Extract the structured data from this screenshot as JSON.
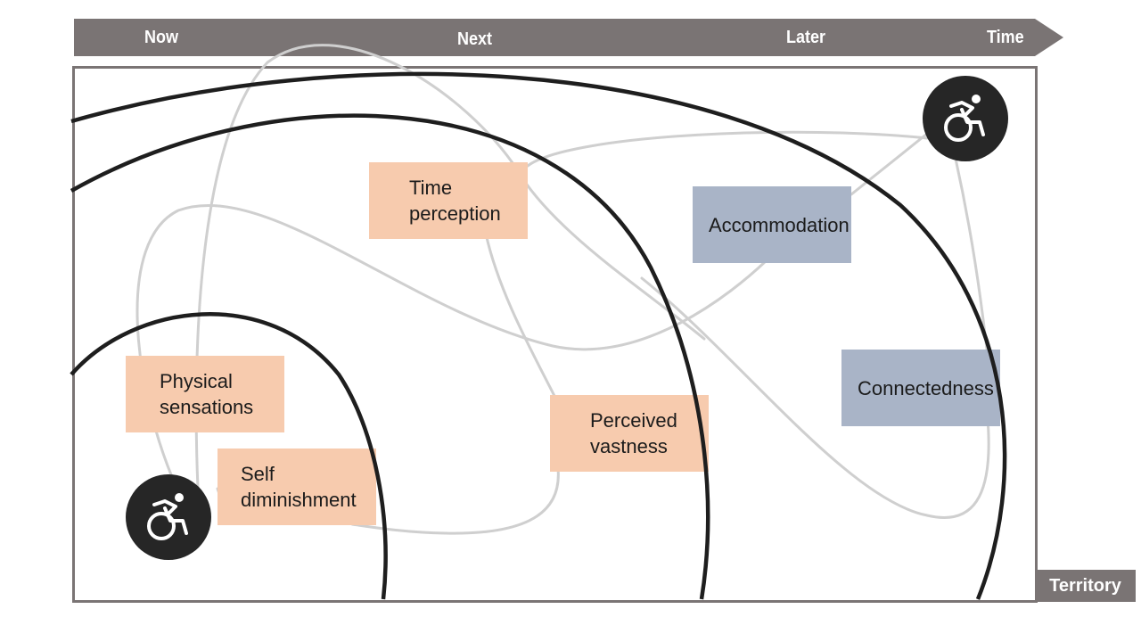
{
  "timeline": {
    "labels": [
      "Now",
      "Next",
      "Later",
      "Time"
    ]
  },
  "nodes": {
    "time_perception": "Time\nperception",
    "accommodation": "Accommodation",
    "physical_sensations": "Physical\nsensations",
    "self_diminishment": "Self\ndiminishment",
    "perceived_vastness": "Perceived\nvastness",
    "connectedness": "Connectedness"
  },
  "territory_label": "Territory",
  "icons": [
    "wheelchair-icon-start",
    "wheelchair-icon-end"
  ],
  "colors": {
    "arrow": "#7a7474",
    "orange_box": "#f7cbae",
    "blue_box": "#a9b4c7",
    "arc": "#1e1e1e",
    "connector": "#cfcfcf",
    "icon_bg": "#262626"
  }
}
